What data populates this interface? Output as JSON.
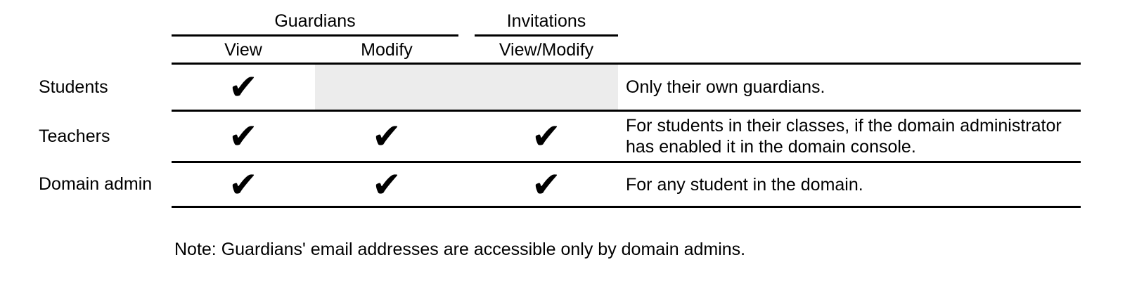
{
  "table": {
    "groups": [
      {
        "label": "Guardians"
      },
      {
        "label": "Invitations"
      }
    ],
    "sub_columns": [
      {
        "label": "View",
        "group": "Guardians"
      },
      {
        "label": "Modify",
        "group": "Guardians"
      },
      {
        "label": "View/Modify",
        "group": "Invitations"
      }
    ],
    "check_glyph": "✔",
    "rows": [
      {
        "label": "Students",
        "guardians_view": "✔",
        "guardians_modify": "",
        "invitations_view_modify": "",
        "note": "Only their own guardians."
      },
      {
        "label": "Teachers",
        "guardians_view": "✔",
        "guardians_modify": "✔",
        "invitations_view_modify": "✔",
        "note": "For students in their classes, if the domain administrator has enabled it in the domain console."
      },
      {
        "label": "Domain admin",
        "guardians_view": "✔",
        "guardians_modify": "✔",
        "invitations_view_modify": "✔",
        "note": "For any student in the domain."
      }
    ]
  },
  "footnote": "Note: Guardians' email addresses are accessible only by domain admins.",
  "colors": {
    "background": "#ffffff",
    "text": "#000000",
    "rule": "#000000",
    "disabled_cell": "#ececec"
  }
}
